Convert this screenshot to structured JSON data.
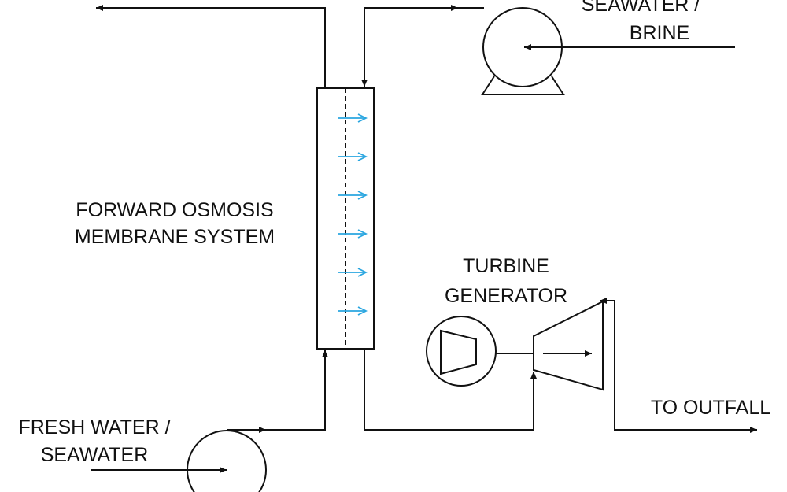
{
  "labels": {
    "seawater_brine_line1": "SEAWATER /",
    "seawater_brine_line2": "BRINE",
    "fo_line1": "FORWARD OSMOSIS",
    "fo_line2": "MEMBRANE SYSTEM",
    "turbine_line1": "TURBINE",
    "turbine_line2": "GENERATOR",
    "outfall": "TO OUTFALL",
    "fresh_line1": "FRESH WATER /",
    "fresh_line2": "SEAWATER"
  },
  "colors": {
    "line": "#111111",
    "flux_arrow": "#2aa6e0",
    "background": "#ffffff"
  },
  "membrane": {
    "flux_arrow_count": 6,
    "flux_direction": "left-to-right"
  }
}
